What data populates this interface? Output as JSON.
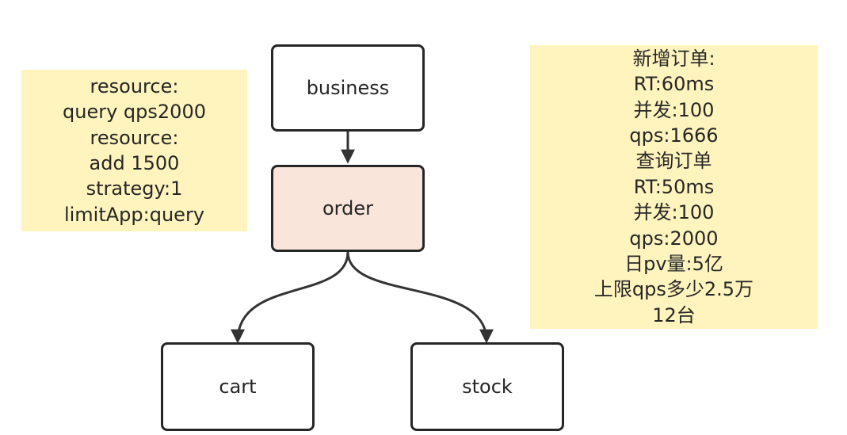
{
  "colors": {
    "node_border": "#262626",
    "node_fill": "#ffffff",
    "highlight_fill": "#f9e5d9",
    "note_fill": "#fff4bd",
    "note_fold": "#e6d386",
    "edge": "#333333"
  },
  "nodes": {
    "business": "business",
    "order": "order",
    "cart": "cart",
    "stock": "stock"
  },
  "edges": [
    {
      "from": "business",
      "to": "order"
    },
    {
      "from": "order",
      "to": "cart"
    },
    {
      "from": "order",
      "to": "stock"
    }
  ],
  "notes": {
    "left": [
      "resource:",
      "query qps2000",
      "resource:",
      "add 1500",
      "strategy:1",
      "limitApp:query"
    ],
    "right": [
      "新增订单:",
      "RT:60ms",
      "并发:100",
      "qps:1666",
      "查询订单",
      "RT:50ms",
      "并发:100",
      "qps:2000",
      "日pv量:5亿",
      "上限qps多少2.5万",
      "12台"
    ]
  }
}
